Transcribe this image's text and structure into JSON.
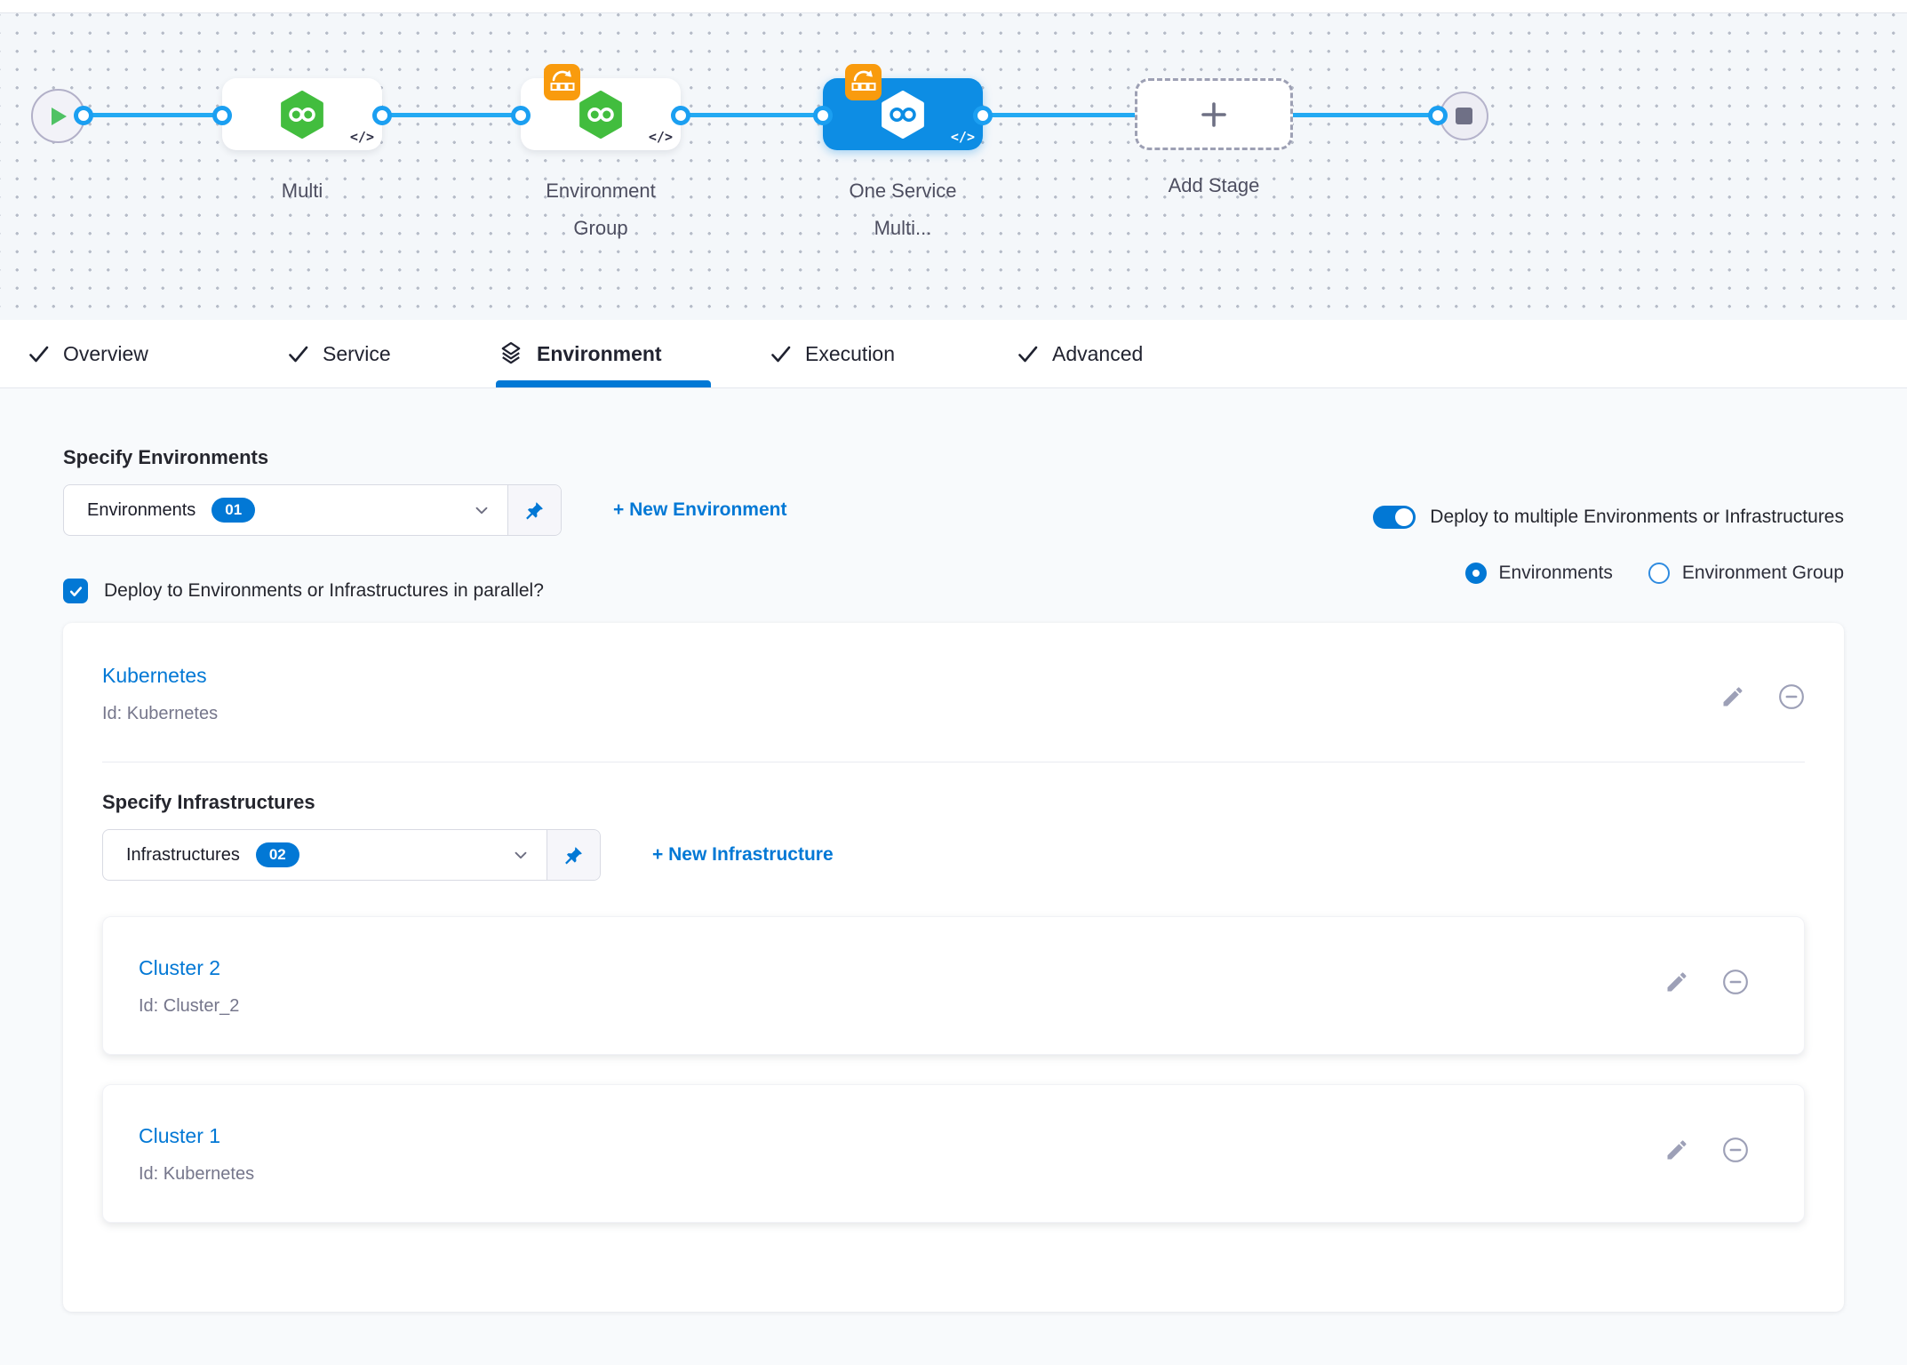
{
  "canvas": {
    "nodes": {
      "multi": {
        "label": "Multi",
        "code_glyph": "</>"
      },
      "environment_group": {
        "label_line1": "Environment",
        "label_line2": "Group",
        "code_glyph": "</>"
      },
      "one_service": {
        "label_line1": "One Service",
        "label_line2": "Multi...",
        "code_glyph": "</>",
        "selected": true
      },
      "add_stage": {
        "label": "Add Stage"
      }
    }
  },
  "tabs": [
    {
      "label": "Overview",
      "state": "done"
    },
    {
      "label": "Service",
      "state": "done"
    },
    {
      "label": "Environment",
      "state": "active"
    },
    {
      "label": "Execution",
      "state": "done"
    },
    {
      "label": "Advanced",
      "state": "done"
    }
  ],
  "environment_section": {
    "heading": "Specify Environments",
    "dropdown": {
      "value": "Environments",
      "count": "01"
    },
    "new_link": "+ New Environment",
    "toggle_label": "Deploy to multiple Environments or Infrastructures",
    "toggle_on": true,
    "radio_environments": "Environments",
    "radio_environment_group": "Environment Group",
    "radio_selected": "Environments",
    "parallel_checkbox_label": "Deploy to Environments or Infrastructures in parallel?",
    "parallel_checked": true
  },
  "environment_card": {
    "title": "Kubernetes",
    "id": "Id: Kubernetes",
    "infrastructure": {
      "heading": "Specify Infrastructures",
      "dropdown": {
        "value": "Infrastructures",
        "count": "02"
      },
      "new_link": "+ New Infrastructure",
      "clusters": [
        {
          "title": "Cluster 2",
          "id": "Id: Cluster_2"
        },
        {
          "title": "Cluster 1",
          "id": "Id: Kubernetes"
        }
      ]
    }
  },
  "icons": {
    "play-icon": "triangle",
    "stop-icon": "square",
    "plus-icon": "+",
    "chevron-down-icon": "v",
    "pin-icon": "pushpin",
    "edit-icon": "pencil",
    "remove-icon": "minus-circle",
    "check-icon": "checkmark",
    "environment-tab-icon": "layers",
    "rolling-deploy-badge-icon": "rolling-update",
    "service-node-icon": "infinity-hexagon",
    "code-icon": "</>"
  },
  "colors": {
    "primary_blue": "#0278d5",
    "line_blue": "#23a9f2",
    "selected_node_blue": "#0d8de4",
    "node_green": "#42bd3e",
    "badge_orange": "#f99b0d",
    "canvas_bg": "#f4f7fa",
    "content_bg": "#f8fafc",
    "muted_gray": "#75768b",
    "icon_gray": "#9da0b7"
  }
}
